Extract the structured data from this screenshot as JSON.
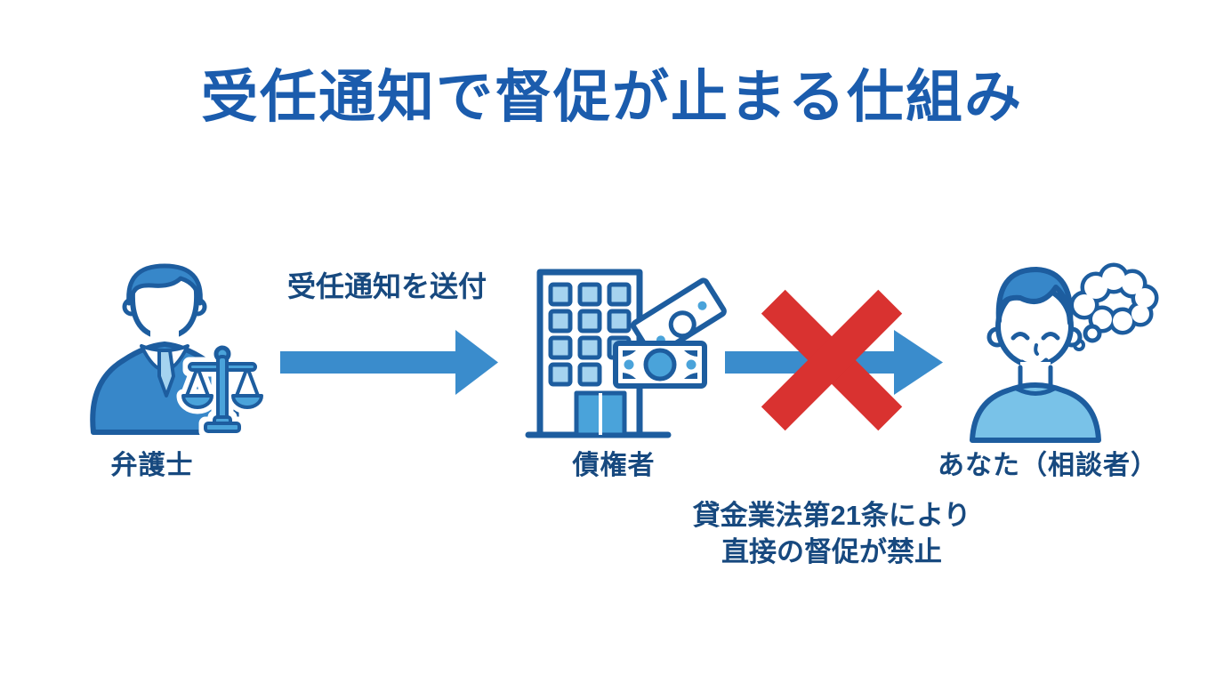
{
  "title": "受任通知で督促が止まる仕組み",
  "flow": {
    "send_arrow_label": "受任通知を送付",
    "actors": {
      "lawyer": {
        "label": "弁護士"
      },
      "creditor": {
        "label": "債権者"
      },
      "client": {
        "label": "あなた（相談者）"
      }
    },
    "note": {
      "line1": "貸金業法第21条により",
      "line2": "直接の督促が禁止"
    }
  },
  "icons": {
    "lawyer-icon": "person in suit with scales of justice",
    "scales-icon": "balance scales",
    "building-icon": "creditor office building",
    "money-icon": "banknotes",
    "arrow-icon": "right arrow",
    "cross-icon": "red prohibition X",
    "person-icon": "smiling client",
    "thought-bubble-icon": "thought bubble"
  },
  "colors": {
    "background": "#ffffff",
    "title": "#1b5cad",
    "text": "#17497f",
    "arrow": "#3a8ccc",
    "cross": "#d93230",
    "outline": "#1d5d9f",
    "suit": "#3787c9",
    "mid2": "#4aa3da",
    "light": "#a5d3ef",
    "shirt": "#79c2e8"
  }
}
